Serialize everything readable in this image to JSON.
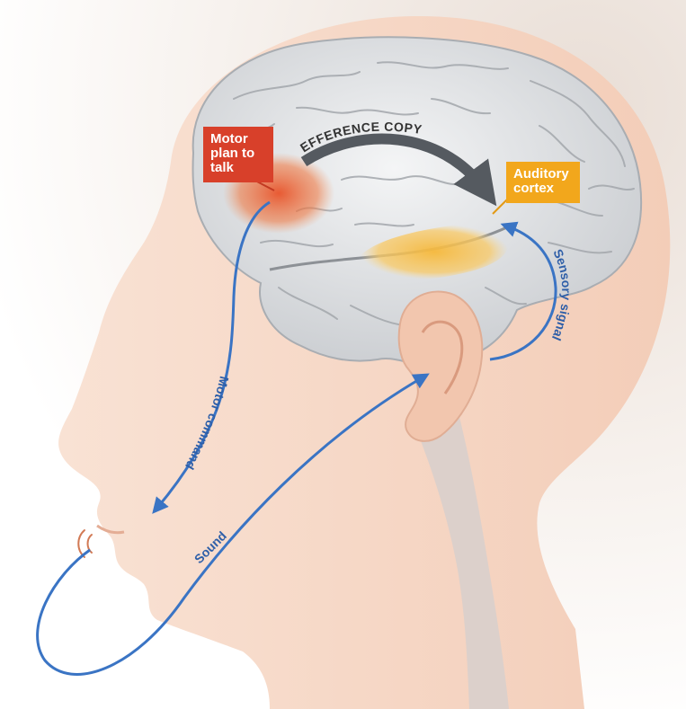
{
  "labels": {
    "motor_plan": "Motor\nplan to\ntalk",
    "auditory_cortex": "Auditory\ncortex",
    "efference_copy": "EFFERENCE COPY",
    "sensory_signal": "Sensory signal",
    "motor_command": "Motor command",
    "sound": "Sound"
  },
  "colors": {
    "motor_box": "#d8402a",
    "auditory_box": "#f2a71c",
    "motor_region": "#e9582c",
    "auditory_region": "#f7c14a",
    "blue_arrow": "#3a74c4",
    "efference_arrow": "#555a60",
    "skin": "#f6d8c6",
    "brain": "#e6e8ea"
  },
  "icons": {
    "brain": "brain-illustration",
    "head": "head-silhouette",
    "ear": "ear-illustration",
    "sound_waves": "sound-waves-icon"
  }
}
